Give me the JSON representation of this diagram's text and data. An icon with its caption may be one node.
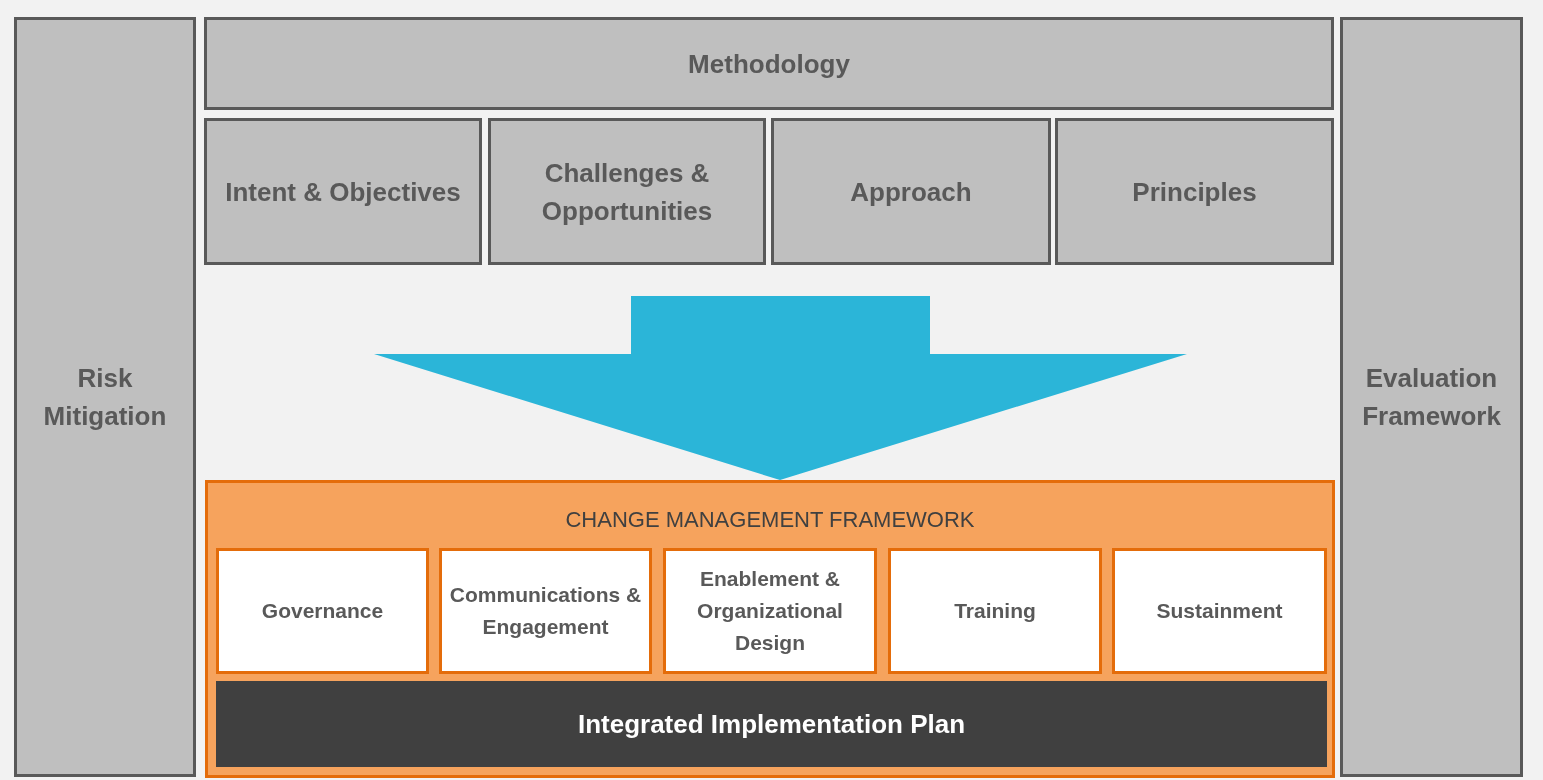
{
  "diagram": {
    "nodes": [
      {
        "text": [
          "Risk Mitigation"
        ]
      },
      {
        "text": [
          "Methodology"
        ]
      },
      {
        "text": [
          "Intent & Objectives"
        ]
      },
      {
        "text": [
          "Challenges & Opportunities"
        ]
      },
      {
        "text": [
          "Approach"
        ]
      },
      {
        "text": [
          "Principles"
        ]
      },
      {
        "text": [
          "Evaluation Framework"
        ]
      },
      {
        "text": [
          "CHANGE MANAGEMENT FRAMEWORK"
        ]
      },
      {
        "text": [
          "Governance"
        ],
        "in": 7
      },
      {
        "text": [
          "Communications & Engagement"
        ],
        "in": 7
      },
      {
        "text": [
          "Enablement & Organizational Design"
        ],
        "in": 7
      },
      {
        "text": [
          "Training"
        ],
        "in": 7
      },
      {
        "text": [
          "Sustainment"
        ],
        "in": 7
      },
      {
        "text": [
          "Integrated Implementation Plan"
        ],
        "in": 7
      }
    ],
    "edges": [
      {
        "from": null,
        "to": 7,
        "arrow": "to"
      }
    ]
  }
}
